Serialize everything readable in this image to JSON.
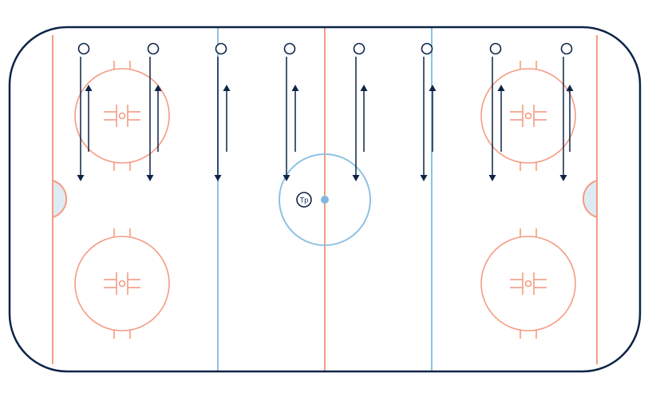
{
  "colors": {
    "boards": "#0d2447",
    "red_line": "#f59b83",
    "blue_line": "#8ec2e2",
    "crease_fill": "#deebf5",
    "center_dot": "#7fb7e0",
    "marker": "#0d2447",
    "background": "#ffffff"
  },
  "rink": {
    "has_center_circle": true,
    "has_creases": true,
    "faceoff_circles": 4
  },
  "players": {
    "icon": "open-circle",
    "count": 8,
    "coach_label": "Tp"
  },
  "drill": {
    "pattern": "skate-down-and-back",
    "lanes": 8,
    "arrow_icon": "arrowhead-icon"
  }
}
